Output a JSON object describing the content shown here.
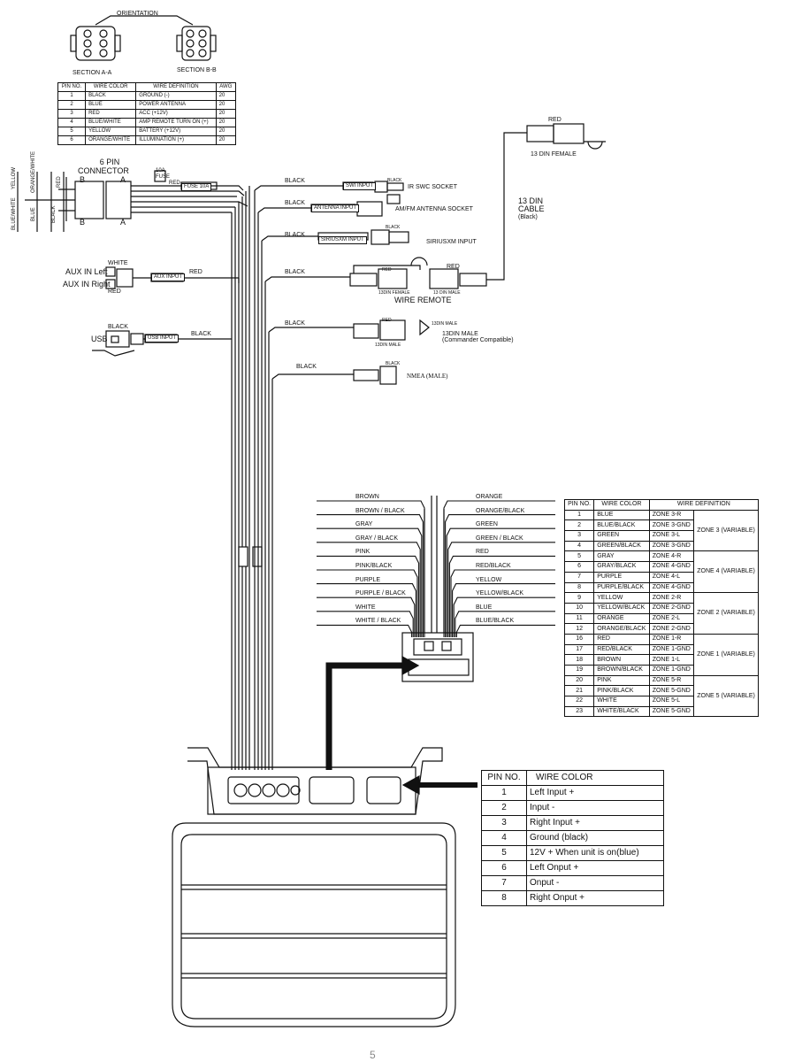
{
  "header": {
    "orientation": "ORIENTATION",
    "section_a": "SECTION A-A",
    "section_b": "SECTION B-B"
  },
  "pin_table_6": {
    "headers": [
      "PIN NO.",
      "WIRE COLOR",
      "WIRE DEFINITION",
      "AWG"
    ],
    "rows": [
      [
        "1",
        "BLACK",
        "GROUND (-)",
        "20"
      ],
      [
        "2",
        "BLUE",
        "POWER ANTENNA",
        "20"
      ],
      [
        "3",
        "RED",
        "ACC (+12V)",
        "20"
      ],
      [
        "4",
        "BLUE/WHITE",
        "AMP REMOTE TURN ON (+)",
        "20"
      ],
      [
        "5",
        "YELLOW",
        "BATTERY (+12V)",
        "20"
      ],
      [
        "6",
        "ORANGE/WHITE",
        "ILLUMINATION (+)",
        "20"
      ]
    ]
  },
  "six_pin": {
    "title_line1": "6 PIN",
    "title_line2": "CONNECTOR",
    "a": "A",
    "b": "B",
    "fuse": "10A FUSE",
    "red": "RED",
    "fuse_tag": "FUSE 10A",
    "wire_labels": [
      "YELLOW",
      "ORANGE/WHITE",
      "RED",
      "BLUE/WHITE",
      "BLUE",
      "BLACK"
    ]
  },
  "aux": {
    "left": "AUX IN Left",
    "right": "AUX IN Right",
    "white": "WHITE",
    "red_top": "RED",
    "red_bottom": "RED",
    "tag": "AUX INPUT"
  },
  "usb": {
    "label": "USB",
    "black_top": "BLACK",
    "black_wire": "BLACK",
    "tag": "USB INPUT"
  },
  "connectors": {
    "swc_black": "BLACK",
    "swc_tag": "SWI INPUT",
    "swc_small": "BLACK",
    "swc_label": "IR SWC SOCKET",
    "ant_black": "BLACK",
    "ant_tag": "ANTENNA INPUT",
    "ant_label": "AM/FM ANTENNA SOCKET",
    "sirius_black": "BLACK",
    "sirius_tag": "SIRIUSXM INPUT",
    "sirius_small": "BLACK",
    "sirius_label": "SIRIUSXM INPUT",
    "remote_black": "BLACK",
    "remote_red_small": "RED",
    "remote_red": "RED",
    "remote_label": "WIRE REMOTE",
    "remote_f": "13DIN FEMALE",
    "remote_m": "13 DIN MALE",
    "din_black": "BLACK",
    "din_red_small": "RED",
    "din_male_small": "13DIN MALE",
    "din_label1": "13DIN MALE",
    "din_label2": "(Commander Compatible)",
    "nmea_black": "BLACK",
    "nmea_small": "BLACK",
    "nmea_label": "NMEA (MALE)",
    "din_female_red": "RED",
    "din_female_label": "13 DIN FEMALE",
    "cable_l1": "13 DIN",
    "cable_l2": "CABLE",
    "cable_l3": "(Black)"
  },
  "speaker_wires": {
    "left": [
      "BROWN",
      "BROWN / BLACK",
      "GRAY",
      "GRAY / BLACK",
      "PINK",
      "PINK/BLACK",
      "PURPLE",
      "PURPLE / BLACK",
      "WHITE",
      "WHITE / BLACK"
    ],
    "right": [
      "ORANGE",
      "ORANGE/BLACK",
      "GREEN",
      "GREEN / BLACK",
      "RED",
      "RED/BLACK",
      "YELLOW",
      "YELLOW/BLACK",
      "BLUE",
      "BLUE/BLACK"
    ]
  },
  "zone_table": {
    "headers": [
      "PIN NO.",
      "WIRE COLOR",
      "WIRE DEFINITION"
    ],
    "rows": [
      [
        "1",
        "BLUE",
        "ZONE 3-R"
      ],
      [
        "2",
        "BLUE/BLACK",
        "ZONE 3-GND"
      ],
      [
        "3",
        "GREEN",
        "ZONE 3-L"
      ],
      [
        "4",
        "GREEN/BLACK",
        "ZONE 3-GND"
      ],
      [
        "5",
        "GRAY",
        "ZONE 4-R"
      ],
      [
        "6",
        "GRAY/BLACK",
        "ZONE 4-GND"
      ],
      [
        "7",
        "PURPLE",
        "ZONE 4-L"
      ],
      [
        "8",
        "PURPLE/BLACK",
        "ZONE 4-GND"
      ],
      [
        "9",
        "YELLOW",
        "ZONE 2-R"
      ],
      [
        "10",
        "YELLOW/BLACK",
        "ZONE 2-GND"
      ],
      [
        "11",
        "ORANGE",
        "ZONE 2-L"
      ],
      [
        "12",
        "ORANGE/BLACK",
        "ZONE 2-GND"
      ],
      [
        "16",
        "RED",
        "ZONE 1-R"
      ],
      [
        "17",
        "RED/BLACK",
        "ZONE 1-GND"
      ],
      [
        "18",
        "BROWN",
        "ZONE 1-L"
      ],
      [
        "19",
        "BROWN/BLACK",
        "ZONE 1-GND"
      ],
      [
        "20",
        "PINK",
        "ZONE 5-R"
      ],
      [
        "21",
        "PINK/BLACK",
        "ZONE 5-GND"
      ],
      [
        "22",
        "WHITE",
        "ZONE 5-L"
      ],
      [
        "23",
        "WHITE/BLACK",
        "ZONE 5-GND"
      ]
    ],
    "groups": [
      "ZONE 3 (VARIABLE)",
      "ZONE 4 (VARIABLE)",
      "ZONE 2 (VARIABLE)",
      "ZONE 1 (VARIABLE)",
      "ZONE 5 (VARIABLE)"
    ]
  },
  "input_table": {
    "headers": [
      "PIN NO.",
      "WIRE COLOR"
    ],
    "rows": [
      [
        "1",
        "Left Input +"
      ],
      [
        "2",
        "Input -"
      ],
      [
        "3",
        "Right Input +"
      ],
      [
        "4",
        "Ground (black)"
      ],
      [
        "5",
        "12V + When unit is on(blue)"
      ],
      [
        "6",
        "Left Onput +"
      ],
      [
        "7",
        "Onput -"
      ],
      [
        "8",
        "Right Onput +"
      ]
    ]
  },
  "footer": {
    "page_number": "5"
  }
}
